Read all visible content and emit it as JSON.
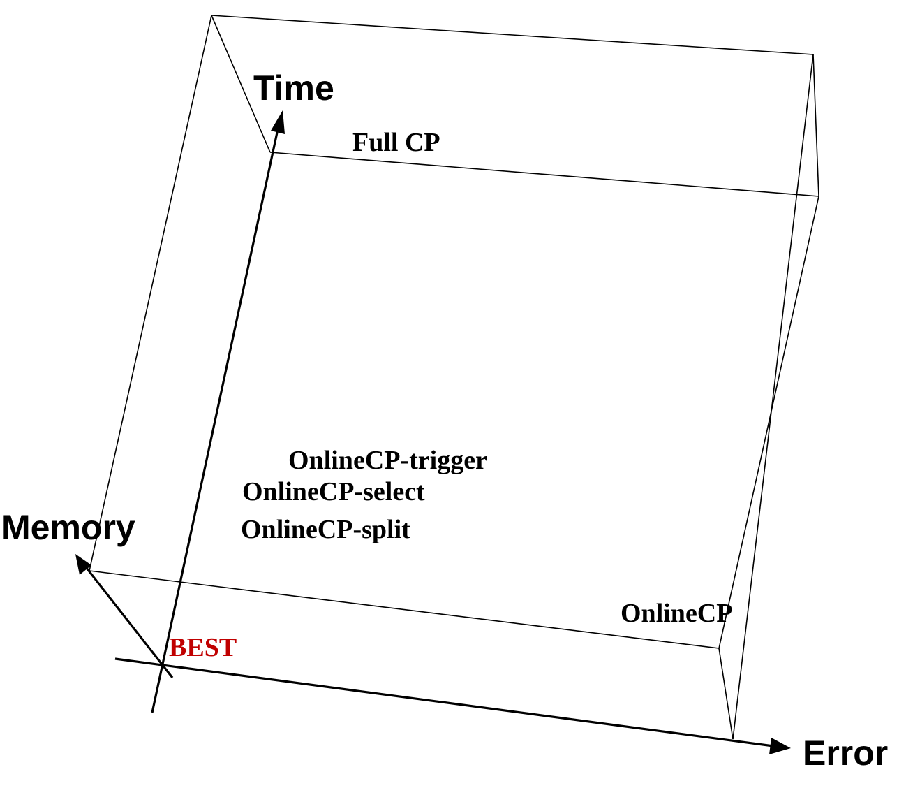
{
  "axes": {
    "time": "Time",
    "memory": "Memory",
    "error": "Error"
  },
  "methods": {
    "full_cp": "Full CP",
    "onlinecp_trigger": "OnlineCP-trigger",
    "onlinecp_select": "OnlineCP-select",
    "onlinecp_split": "OnlineCP-split",
    "onlinecp": "OnlineCP"
  },
  "best": {
    "label": "BEST",
    "color": "#c00000"
  }
}
